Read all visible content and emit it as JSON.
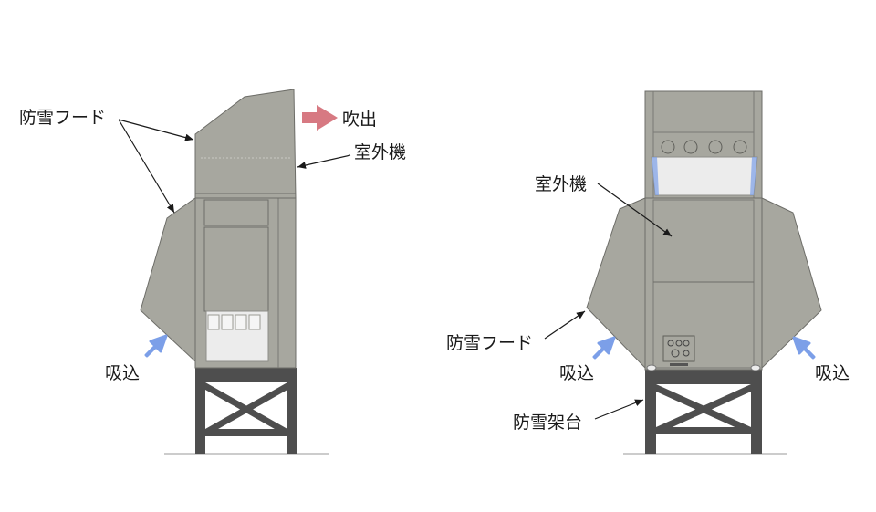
{
  "labels": {
    "left_hood": "防雪フード",
    "exhaust": "吹出",
    "left_outdoor_unit": "室外機",
    "left_intake": "吸込",
    "right_outdoor_unit": "室外機",
    "right_hood": "防雪フード",
    "right_intake_left": "吸込",
    "right_intake_right": "吸込",
    "snow_stand": "防雪架台"
  },
  "colors": {
    "hood": "#a7a79f",
    "hood_outline": "#6d6d68",
    "frame": "#4e4e4e",
    "intake_arrow": "#7c9fe8",
    "exhaust_arrow": "#d77982",
    "unit_light": "#ececec",
    "ground": "#bbbbbb"
  }
}
